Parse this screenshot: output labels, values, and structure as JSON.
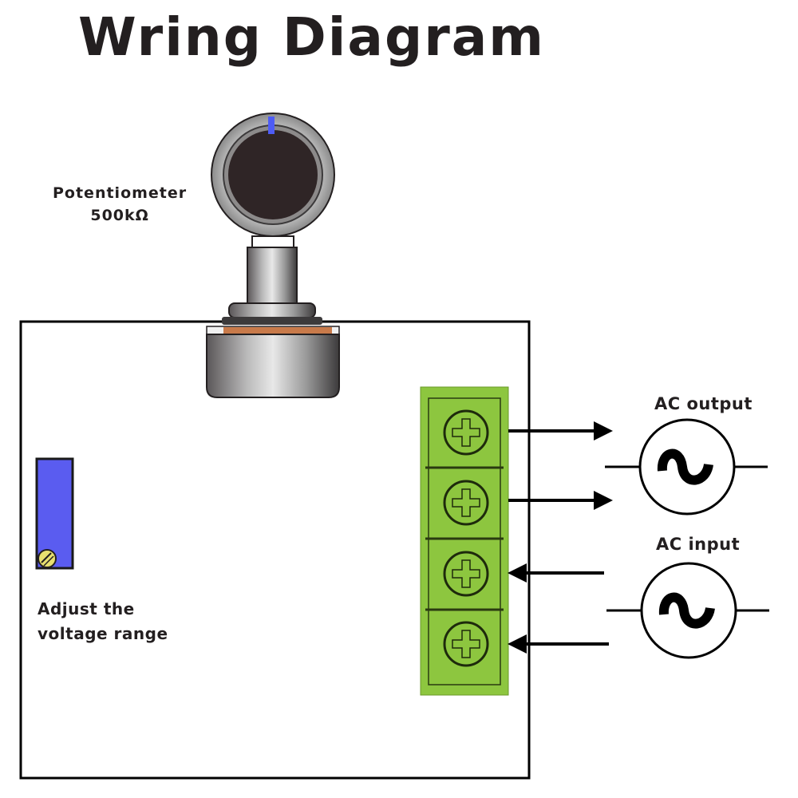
{
  "title": "Wring Diagram",
  "potentiometer": {
    "label_line1": "Potentiometer",
    "label_line2": "500kΩ"
  },
  "trimmer": {
    "label_line1": "Adjust the",
    "label_line2": "voltage range"
  },
  "ac_output": {
    "label": "AC output",
    "icon": "ac-source-icon"
  },
  "ac_input": {
    "label": "AC input",
    "icon": "ac-source-icon"
  },
  "terminal_block": {
    "terminals": [
      {
        "name": "output-1",
        "direction": "out"
      },
      {
        "name": "output-2",
        "direction": "out"
      },
      {
        "name": "input-1",
        "direction": "in"
      },
      {
        "name": "input-2",
        "direction": "in"
      }
    ]
  },
  "colors": {
    "terminal_green": "#8dc63f",
    "trimmer_blue": "#5a5cf0",
    "knob_indicator": "#4e5cf5",
    "copper": "#c87a4a",
    "text": "#231f20"
  }
}
